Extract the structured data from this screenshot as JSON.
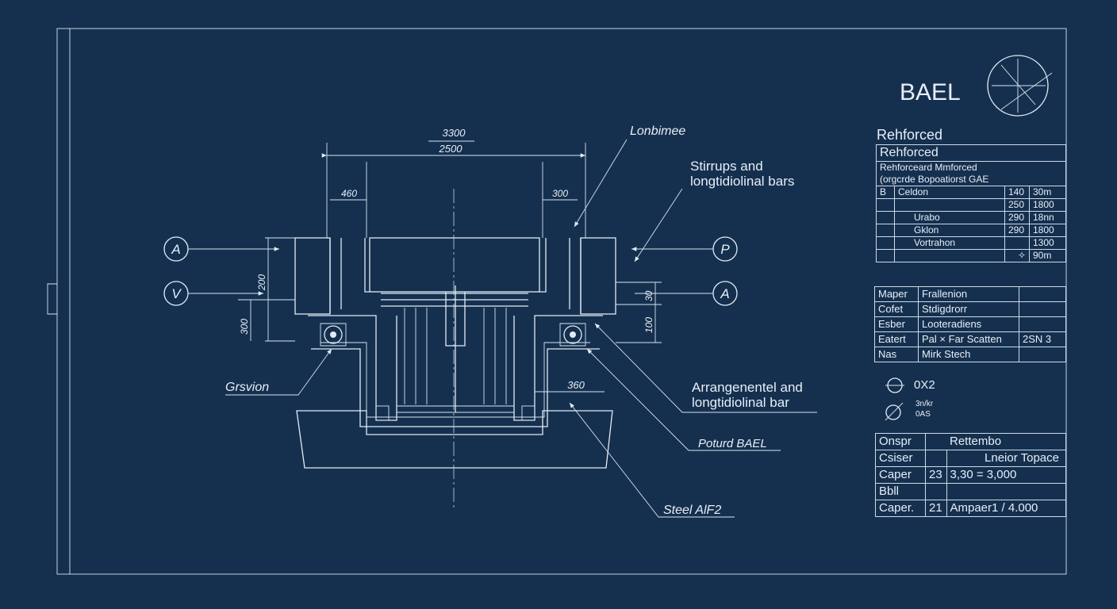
{
  "title_block": {
    "logo": "BAEL",
    "heading": "Rehforced",
    "table1": {
      "header": "Rehforced",
      "subline1": "Rehforceard Mmforced",
      "subline2": "(orgcrde Bopoatiorst GAE",
      "rows": [
        [
          "B",
          "Celdon",
          "140",
          "30m"
        ],
        [
          "",
          "",
          "250",
          "1800"
        ],
        [
          "",
          "Urabo",
          "290",
          "18nn"
        ],
        [
          "",
          "Gklon",
          "290",
          "1800"
        ],
        [
          "",
          "Vortrahon",
          "",
          "1300"
        ],
        [
          "",
          "",
          "✧",
          "90m"
        ]
      ]
    },
    "table2": {
      "rows": [
        [
          "Maper",
          "Frallenion",
          ""
        ],
        [
          "Cofet",
          "Stdigdrorr",
          ""
        ],
        [
          "Esber",
          "Looteradiens",
          ""
        ],
        [
          "Eatert",
          "Pal × Far Scatten",
          "2SN 3"
        ],
        [
          "Nas",
          "Mirk Stech",
          ""
        ]
      ]
    },
    "symbols": {
      "s1": "0X2",
      "s2a": "3n/kr",
      "s2b": "0AS"
    },
    "table3": {
      "rows": [
        [
          "Onspr",
          "",
          "Rettembo"
        ],
        [
          "Csiser",
          "",
          "Lneior Topace"
        ],
        [
          "Caper",
          "23",
          "3,30 = 3,000"
        ],
        [
          "Bbll",
          "",
          ""
        ],
        [
          "Caper.",
          "21",
          "Ampaer1 / 4.000"
        ]
      ]
    }
  },
  "drawing": {
    "dims": {
      "top_outer": "3300",
      "top_inner": "2500",
      "left_small": "460",
      "right_small": "300",
      "left_vert1": "200",
      "left_vert2": "300",
      "right_vert1": "30",
      "right_vert2": "100",
      "bottom_right": "360"
    },
    "section_markers": {
      "left_top": "A",
      "left_bottom": "V",
      "right_top": "P",
      "right_bottom": "A"
    },
    "labels": {
      "longitudinal": "Lonbimee",
      "stirrups_1": "Stirrups and",
      "stirrups_2": "longtidiolinal bars",
      "gravation": "Grsvion",
      "arrangement_1": "Arrangenentel and",
      "arrangement_2": "longtidiolinal bar",
      "poured": "Poturd BAEL",
      "steel": "Steel AlF2"
    }
  },
  "colors": {
    "background": "#15304f",
    "line": "#e2ebf5"
  }
}
